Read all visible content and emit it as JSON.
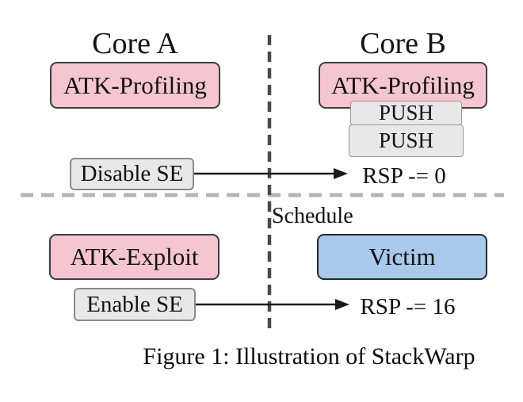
{
  "diagram": {
    "core_a": {
      "title": "Core A",
      "profiling_label": "ATK-Profiling",
      "disable_se_label": "Disable SE",
      "exploit_label": "ATK-Exploit",
      "enable_se_label": "Enable SE"
    },
    "core_b": {
      "title": "Core B",
      "profiling_label": "ATK-Profiling",
      "push_labels": [
        "PUSH",
        "PUSH"
      ],
      "rsp_top": "RSP -= 0",
      "victim_label": "Victim",
      "rsp_bottom": "RSP -= 16"
    },
    "schedule_label": "Schedule",
    "caption": "Figure 1: Illustration of StackWarp",
    "colors": {
      "attacker_fill": "#f5c6cf",
      "victim_fill": "#a9c9ea",
      "neutral_fill": "#e8e8e8",
      "schedule_divider": "#b5b5b5",
      "core_divider": "#4a4a4a",
      "arrow": "#1a1a1a"
    }
  }
}
